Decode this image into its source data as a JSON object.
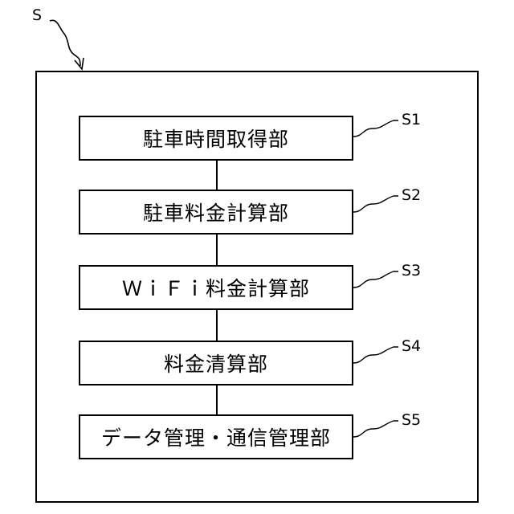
{
  "figure": {
    "outer_label": "S",
    "blocks": [
      {
        "label": "駐車時間取得部",
        "ref": "S1"
      },
      {
        "label": "駐車料金計算部",
        "ref": "S2"
      },
      {
        "label": "ＷｉＦｉ料金計算部",
        "ref": "S3"
      },
      {
        "label": "料金清算部",
        "ref": "S4"
      },
      {
        "label": "データ管理・通信管理部",
        "ref": "S5"
      }
    ]
  }
}
